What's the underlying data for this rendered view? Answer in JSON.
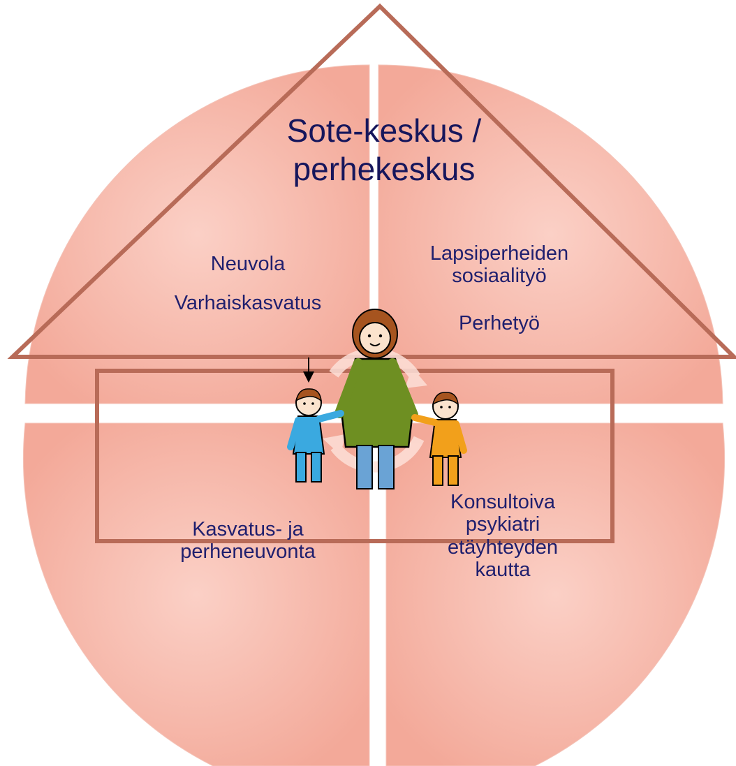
{
  "title": {
    "line1": "Sote-keskus /",
    "line2": "perhekeskus"
  },
  "quadrants": {
    "top_left": {
      "item1": "Neuvola",
      "item2": "Varhaiskasvatus"
    },
    "top_right": {
      "item1_line1": "Lapsiperheiden",
      "item1_line2": "sosiaalityö",
      "item2": "Perhetyö"
    },
    "bottom_left": {
      "line1": "Kasvatus- ja",
      "line2": "perheneuvonta"
    },
    "bottom_right": {
      "line1": "Konsultoiva",
      "line2": "psykiatri",
      "line3": "etäyhteyden",
      "line4": "kautta"
    }
  },
  "colors": {
    "sector_fill": "#f6b5a8",
    "outline": "#b86b58",
    "text": "#1f1f6e",
    "adult_dress": "#6e8f22",
    "adult_legs": "#6aa3d5",
    "child_left": "#3aa9e0",
    "child_right": "#f2a01b",
    "hair": "#a6541f"
  },
  "icons": {
    "family": "family-icon",
    "cycle_arrows": "cycle-arrows-icon"
  }
}
